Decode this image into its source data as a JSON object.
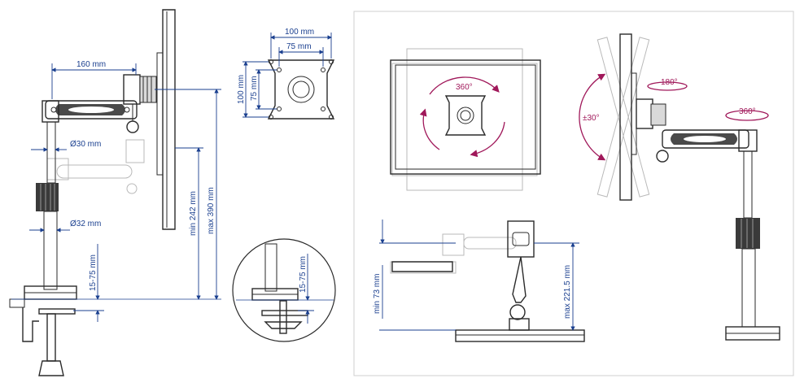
{
  "left_diagram": {
    "arm_length": "160 mm",
    "pole_diameter_upper": "Ø30 mm",
    "pole_diameter_lower": "Ø32 mm",
    "min_height": "min 242 mm",
    "max_height": "max 390 mm",
    "desk_thickness": "15-75 mm",
    "detail_desk_thickness": "15-75 mm"
  },
  "vesa": {
    "outer_width": "100 mm",
    "inner_width": "75 mm",
    "outer_height": "100 mm",
    "inner_height": "75 mm"
  },
  "right_panel": {
    "rotation": "360°",
    "swivel_arm": "180°",
    "swivel_pole": "360°",
    "tilt": "±30°",
    "min_height": "min 73 mm",
    "max_height": "max 221.5 mm"
  },
  "colors": {
    "dimension": "#1a3f8f",
    "angle": "#a0185a",
    "line": "#2a2a2a",
    "ghost": "#b9b9b9"
  }
}
